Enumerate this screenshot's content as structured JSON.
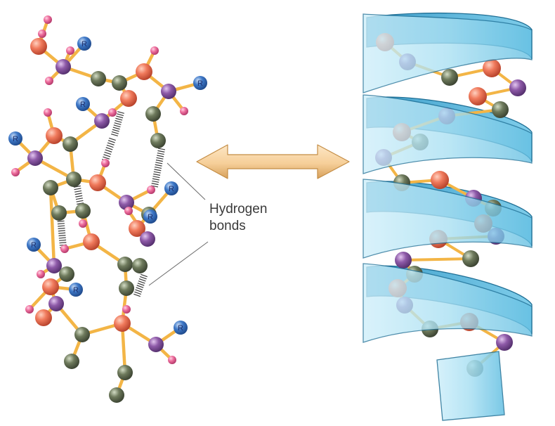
{
  "label": {
    "line1": "Hydrogen",
    "line2": "bonds"
  },
  "r_group_symbol": "R",
  "colors": {
    "oxygen": "#f07a5c",
    "nitrogen": "#8e5aa8",
    "carbon": "#6e7a5c",
    "hydrogen": "#ee6f9e",
    "r_group": "#3f79c8",
    "bond": "#f3b546",
    "ribbon": "#5bb9dc",
    "arrow": "#f6cf99"
  }
}
